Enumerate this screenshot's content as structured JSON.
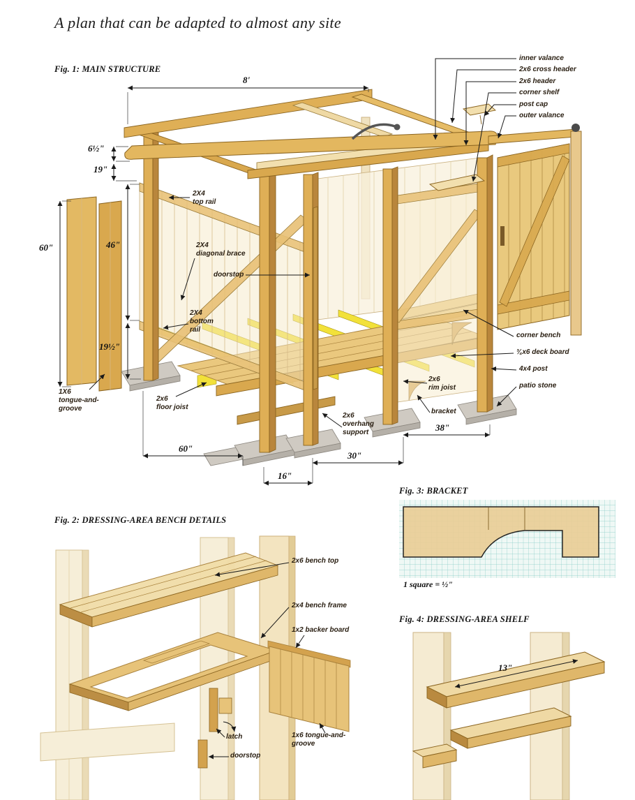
{
  "page": {
    "title": "A plan that can be adapted to almost any site"
  },
  "fig1": {
    "caption": "Fig. 1: MAIN STRUCTURE",
    "callouts": {
      "inner_valance": "inner valance",
      "cross_header": "2x6 cross header",
      "header": "2x6 header",
      "corner_shelf": "corner shelf",
      "post_cap": "post cap",
      "outer_valance": "outer valance",
      "top_rail": "2X4\ntop rail",
      "diagonal_brace": "2X4\ndiagonal brace",
      "doorstop": "doorstop",
      "bottom_rail": "2X4\nbottom\nrail",
      "tongue_groove": "1X6\ntongue-and-\ngroove",
      "floor_joist": "2x6\nfloor joist",
      "corner_bench": "corner bench",
      "deck_board": "¾x6 deck board",
      "post": "4x4 post",
      "patio_stone": "patio stone",
      "rim_joist": "2x6\nrim joist",
      "bracket": "bracket",
      "overhang_support": "2x6\noverhang\nsupport"
    },
    "dims": {
      "length": "8'",
      "valance_height": "6½\"",
      "header_height": "19\"",
      "board_length": "60\"",
      "wall_height": "46\"",
      "base_height": "19½\"",
      "depth": "60\"",
      "door_width": "30\"",
      "overhang": "16\"",
      "panel_width": "38\""
    }
  },
  "fig2": {
    "caption": "Fig. 2: DRESSING-AREA BENCH DETAILS",
    "callouts": {
      "bench_top": "2x6 bench top",
      "bench_frame": "2x4 bench frame",
      "backer_board": "1x2 backer board",
      "latch": "latch",
      "doorstop": "doorstop",
      "tongue_groove": "1x6 tongue-and-\ngroove"
    }
  },
  "fig3": {
    "caption": "Fig. 3: BRACKET",
    "scale_note": "1 square = ½\""
  },
  "fig4": {
    "caption": "Fig. 4: DRESSING-AREA SHELF",
    "shelf_width": "13\""
  }
}
